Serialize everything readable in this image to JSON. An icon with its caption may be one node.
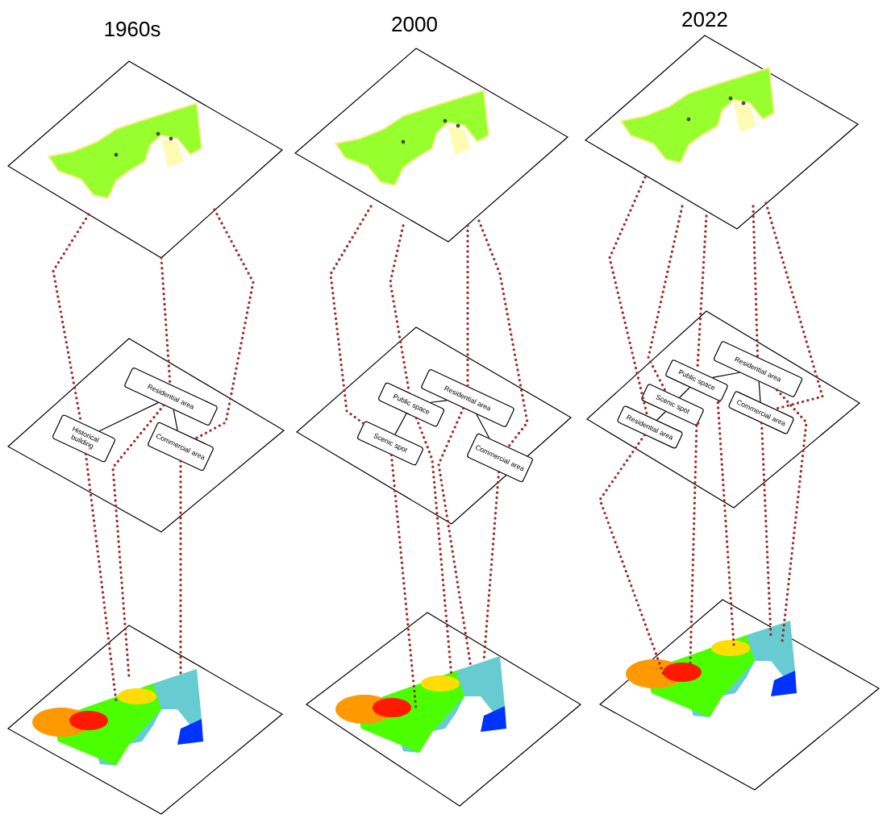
{
  "diagram": {
    "nodes": [
      {
        "text": [
          "1960s"
        ]
      },
      {
        "text": [],
        "shape": "diamond"
      },
      {
        "text": [
          "Residential area"
        ],
        "in": 1
      },
      {
        "text": [
          "Historical building"
        ],
        "in": 1
      },
      {
        "text": [
          "Commercial area"
        ],
        "in": 1
      },
      {
        "text": [],
        "shape": "picture"
      },
      {
        "text": [
          "2000"
        ]
      },
      {
        "text": [],
        "shape": "diamond"
      },
      {
        "text": [
          "Residential area"
        ],
        "in": 7
      },
      {
        "text": [
          "Public space"
        ],
        "in": 7
      },
      {
        "text": [
          "Scenic spot"
        ],
        "in": 7
      },
      {
        "text": [
          "Commercial area"
        ],
        "in": 7
      },
      {
        "text": [],
        "shape": "picture"
      },
      {
        "text": [
          "2022"
        ]
      },
      {
        "text": [],
        "shape": "diamond"
      },
      {
        "text": [
          "Residential area"
        ],
        "in": 14
      },
      {
        "text": [
          "Public space"
        ],
        "in": 14
      },
      {
        "text": [
          "Scenic spot"
        ],
        "in": 14
      },
      {
        "text": [
          "Residential area"
        ],
        "in": 14
      },
      {
        "text": [
          "Commercial area"
        ],
        "in": 14
      },
      {
        "text": [],
        "shape": "picture"
      }
    ],
    "edges": [
      {
        "from": 2,
        "to": 3,
        "arrow": "none",
        "color": "#000000"
      },
      {
        "from": 2,
        "to": 4,
        "arrow": "none",
        "color": "#000000"
      },
      {
        "from": 0,
        "to": 3,
        "arrow": "none",
        "style": "dashed"
      },
      {
        "from": 0,
        "to": 2,
        "arrow": "none",
        "style": "dashed"
      },
      {
        "from": 0,
        "to": 4,
        "arrow": "none",
        "style": "dashed"
      },
      {
        "from": 3,
        "to": 5,
        "arrow": "none",
        "style": "dashed"
      },
      {
        "from": 2,
        "to": 5,
        "arrow": "none",
        "style": "dashed"
      },
      {
        "from": 4,
        "to": 5,
        "arrow": "none",
        "style": "dashed"
      },
      {
        "from": 8,
        "to": 9,
        "arrow": "none",
        "color": "#000000"
      },
      {
        "from": 9,
        "to": 10,
        "arrow": "none",
        "color": "#000000"
      },
      {
        "from": 8,
        "to": 11,
        "arrow": "none",
        "color": "#000000"
      },
      {
        "from": 6,
        "to": 10,
        "arrow": "none",
        "style": "dashed"
      },
      {
        "from": 6,
        "to": 9,
        "arrow": "none",
        "style": "dashed"
      },
      {
        "from": 6,
        "to": 8,
        "arrow": "none",
        "style": "dashed"
      },
      {
        "from": 6,
        "to": 11,
        "arrow": "none",
        "style": "dashed"
      },
      {
        "from": 10,
        "to": 12,
        "arrow": "none",
        "style": "dashed"
      },
      {
        "from": 9,
        "to": 12,
        "arrow": "none",
        "style": "dashed"
      },
      {
        "from": 8,
        "to": 12,
        "arrow": "none",
        "style": "dashed"
      },
      {
        "from": 11,
        "to": 12,
        "arrow": "none",
        "style": "dashed"
      },
      {
        "from": 15,
        "to": 16,
        "arrow": "none",
        "color": "#000000"
      },
      {
        "from": 16,
        "to": 17,
        "arrow": "none",
        "color": "#000000"
      },
      {
        "from": 17,
        "to": 18,
        "arrow": "none",
        "color": "#000000"
      },
      {
        "from": 15,
        "to": 19,
        "arrow": "none",
        "color": "#000000"
      },
      {
        "from": 13,
        "to": 18,
        "arrow": "none",
        "style": "dashed"
      },
      {
        "from": 13,
        "to": 17,
        "arrow": "none",
        "style": "dashed"
      },
      {
        "from": 13,
        "to": 16,
        "arrow": "none",
        "style": "dashed"
      },
      {
        "from": 13,
        "to": 15,
        "arrow": "none",
        "style": "dashed"
      },
      {
        "from": 13,
        "to": 19,
        "arrow": "none",
        "style": "dashed"
      },
      {
        "from": 18,
        "to": 20,
        "arrow": "none",
        "style": "dashed"
      },
      {
        "from": 17,
        "to": 20,
        "arrow": "none",
        "style": "dashed"
      },
      {
        "from": 16,
        "to": 20,
        "arrow": "none",
        "style": "dashed"
      },
      {
        "from": 15,
        "to": 20,
        "arrow": "none",
        "style": "dashed"
      },
      {
        "from": 19,
        "to": 20,
        "arrow": "none",
        "style": "dashed"
      }
    ]
  }
}
